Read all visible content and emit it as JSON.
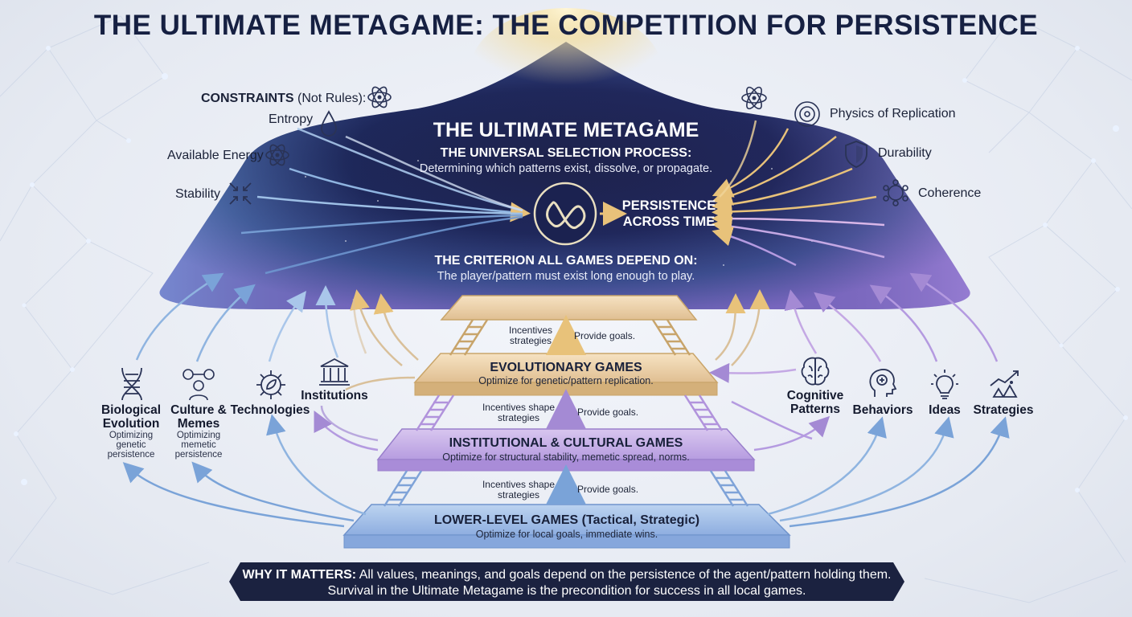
{
  "title": "THE ULTIMATE METAGAME: THE COMPETITION FOR PERSISTENCE",
  "constraints": {
    "heading_bold": "CONSTRAINTS",
    "heading_rest": "(Not Rules):",
    "items": [
      "Entropy",
      "Available Energy",
      "Stability"
    ]
  },
  "right_items": [
    "Physics of Replication",
    "Durability",
    "Coherence"
  ],
  "dome": {
    "title": "THE ULTIMATE METAGAME",
    "process_heading": "THE UNIVERSAL SELECTION PROCESS:",
    "process_text": "Determining which patterns exist, dissolve, or propagate.",
    "persistence_line1": "PERSISTENCE",
    "persistence_line2": "ACROSS TIME",
    "criterion_heading": "THE CRITERION ALL GAMES DEPEND ON:",
    "criterion_text": "The player/pattern must exist long enough to play."
  },
  "tiers": [
    {
      "title": "EVOLUTIONARY GAMES",
      "subtitle": "Optimize for genetic/pattern replication.",
      "left_note_1": "Incentives",
      "left_note_2": "strategies",
      "right_note": "Provide goals."
    },
    {
      "title": "INSTITUTIONAL & CULTURAL GAMES",
      "subtitle": "Optimize for structural stability, memetic spread, norms.",
      "left_note_1": "Incentives shape",
      "left_note_2": "strategies",
      "right_note": "Provide goals."
    },
    {
      "title": "LOWER-LEVEL GAMES (Tactical, Strategic)",
      "subtitle": "Optimize for local goals, immediate wins.",
      "left_note_1": "Incentives shape",
      "left_note_2": "strategies",
      "right_note": "Provide goals."
    }
  ],
  "left_categories": [
    {
      "line1": "Biological",
      "line2": "Evolution",
      "sub1": "Optimizing",
      "sub2": "genetic",
      "sub3": "persistence",
      "icon": "dna-icon"
    },
    {
      "line1": "Culture &",
      "line2": "Memes",
      "sub1": "Optimizing",
      "sub2": "memetic",
      "sub3": "persistence",
      "icon": "people-network-icon"
    },
    {
      "line1": "Technologies",
      "icon": "gear-leaf-icon"
    },
    {
      "line1": "Institutions",
      "icon": "building-icon"
    }
  ],
  "right_categories": [
    {
      "line1": "Cognitive",
      "line2": "Patterns",
      "icon": "brain-icon"
    },
    {
      "line1": "Behaviors",
      "icon": "head-brain-icon"
    },
    {
      "line1": "Ideas",
      "icon": "lightbulb-icon"
    },
    {
      "line1": "Strategies",
      "icon": "growth-chart-icon"
    }
  ],
  "banner": {
    "bold": "WHY IT MATTERS:",
    "line1_rest": "All values, meanings, and goals depend on the persistence of the agent/pattern holding them.",
    "line2": "Survival in the Ultimate Metagame is the precondition for success in all local games."
  },
  "colors": {
    "title": "#162042",
    "dome_dark": "#141a3a",
    "arrow_gold": "#e8c27a",
    "arrow_blue": "#7aa3d8",
    "arrow_purple": "#a48ad4",
    "banner_bg": "#1b2240"
  }
}
